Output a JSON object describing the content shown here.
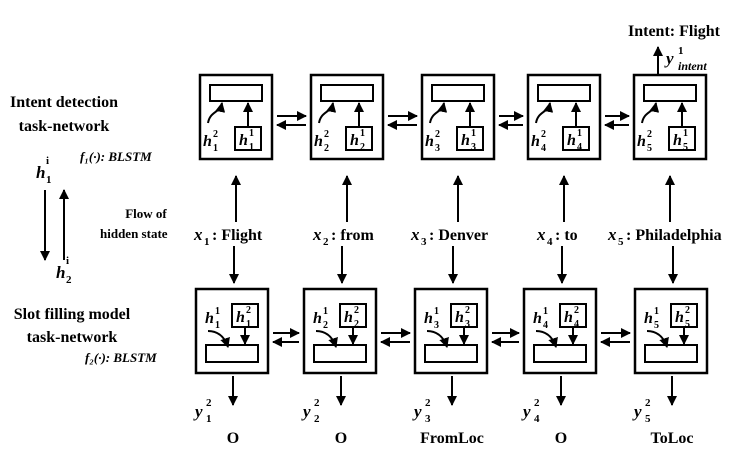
{
  "left_labels": {
    "intent_title": "Intent detection",
    "intent_sub": "task-network",
    "f1_label": "f₁(·): BLSTM",
    "flow_h_top": "h",
    "flow_h_top_sub": "1",
    "flow_h_top_sup": "i",
    "flow_h_bot": "h",
    "flow_h_bot_sub": "2",
    "flow_h_bot_sup": "i",
    "flow_line1": "Flow of",
    "flow_line2": "hidden state",
    "slot_title": "Slot filling model",
    "slot_sub": "task-network",
    "f2_label": "f₂(·): BLSTM"
  },
  "intent_output": {
    "label": "Intent: Flight",
    "y_var": "y",
    "y_sup": "1",
    "y_sub": "intent"
  },
  "words": [
    {
      "var": "x",
      "idx": "1",
      "word": ": Flight"
    },
    {
      "var": "x",
      "idx": "2",
      "word": ": from"
    },
    {
      "var": "x",
      "idx": "3",
      "word": ": Denver"
    },
    {
      "var": "x",
      "idx": "4",
      "word": ": to"
    },
    {
      "var": "x",
      "idx": "5",
      "word": ": Philadelphia"
    }
  ],
  "intent_cells": [
    {
      "a": "h",
      "a_sup": "2",
      "a_sub": "1",
      "b": "h",
      "b_sup": "1",
      "b_sub": "1"
    },
    {
      "a": "h",
      "a_sup": "2",
      "a_sub": "2",
      "b": "h",
      "b_sup": "1",
      "b_sub": "2"
    },
    {
      "a": "h",
      "a_sup": "2",
      "a_sub": "3",
      "b": "h",
      "b_sup": "1",
      "b_sub": "3"
    },
    {
      "a": "h",
      "a_sup": "2",
      "a_sub": "4",
      "b": "h",
      "b_sup": "1",
      "b_sub": "4"
    },
    {
      "a": "h",
      "a_sup": "2",
      "a_sub": "5",
      "b": "h",
      "b_sup": "1",
      "b_sub": "5"
    }
  ],
  "slot_cells": [
    {
      "a": "h",
      "a_sup": "1",
      "a_sub": "1",
      "b": "h",
      "b_sup": "2",
      "b_sub": "1"
    },
    {
      "a": "h",
      "a_sup": "1",
      "a_sub": "2",
      "b": "h",
      "b_sup": "2",
      "b_sub": "2"
    },
    {
      "a": "h",
      "a_sup": "1",
      "a_sub": "3",
      "b": "h",
      "b_sup": "2",
      "b_sub": "3"
    },
    {
      "a": "h",
      "a_sup": "1",
      "a_sub": "4",
      "b": "h",
      "b_sup": "2",
      "b_sub": "4"
    },
    {
      "a": "h",
      "a_sup": "1",
      "a_sub": "5",
      "b": "h",
      "b_sup": "2",
      "b_sub": "5"
    }
  ],
  "slot_outputs": [
    {
      "y": "y",
      "sup": "2",
      "sub": "1",
      "tag": "O"
    },
    {
      "y": "y",
      "sup": "2",
      "sub": "2",
      "tag": "O"
    },
    {
      "y": "y",
      "sup": "2",
      "sub": "3",
      "tag": "FromLoc"
    },
    {
      "y": "y",
      "sup": "2",
      "sub": "4",
      "tag": "O"
    },
    {
      "y": "y",
      "sup": "2",
      "sub": "5",
      "tag": "ToLoc"
    }
  ]
}
